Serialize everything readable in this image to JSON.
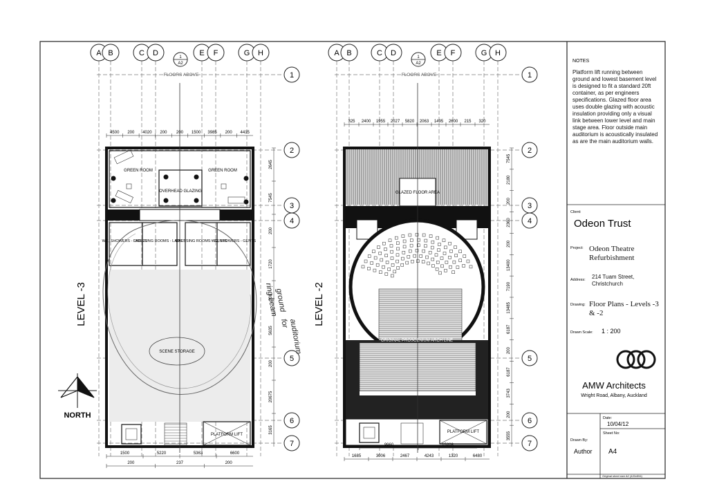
{
  "grid": {
    "columns": [
      "A",
      "B",
      "C",
      "D",
      "E",
      "F",
      "G",
      "H"
    ],
    "rows": [
      "1",
      "2",
      "3",
      "4",
      "5",
      "6",
      "7"
    ],
    "section_marker": {
      "top": "1",
      "bottom": "A2"
    }
  },
  "level3": {
    "title": "LEVEL -3",
    "floors_above": "FLOORS ABOVE",
    "top_dims": [
      "4500",
      "200",
      "4020",
      "200",
      "200",
      "1500",
      "3985",
      "200",
      "4415"
    ],
    "right_dims": [
      "2645",
      "7545",
      "200",
      "1720",
      "200",
      "5635",
      "200",
      "20675",
      "3165"
    ],
    "bottom_dims": [
      "1500",
      "5220",
      "5363",
      "6600",
      "200",
      "237",
      "200"
    ],
    "rooms": {
      "green_room_left": "GREEN ROOM",
      "green_room_right": "GREEN ROOM",
      "overhead_glazing": "OVERHEAD GLAZING",
      "wc_ladies": "WC, SHOWERS - LADIES",
      "dressing_ladies": "DRESSING ROOMS - LADIES",
      "dressing_gents": "DRESSING ROOMS - GENTS",
      "wc_gents": "WC, SHOWERS - GENTS",
      "scene_storage": "SCENE STORAGE",
      "platform_lift": "PLATFORM LIFT"
    },
    "handwritten_note": [
      "ground",
      "ring beam",
      "for",
      "auditorium"
    ]
  },
  "level2": {
    "title": "LEVEL -2",
    "floors_above": "FLOORS ABOVE",
    "top_dims": [
      "325",
      "2400",
      "1955",
      "2027",
      "5820",
      "2063",
      "1495",
      "2600",
      "215",
      "320"
    ],
    "right_dims": [
      "7545",
      "2180",
      "200",
      "2360",
      "200",
      "13400",
      "7190",
      "13485",
      "6187",
      "200",
      "6187",
      "3743",
      "200",
      "3555"
    ],
    "bottom_dims": [
      "1685",
      "3006",
      "2467",
      "4243",
      "1320",
      "6480",
      "9960",
      "15208"
    ],
    "rooms": {
      "glazed_floor_area": "GLAZED FLOOR AREA",
      "proscenium": "ORIGINAL PROSCENIUM ARCH LINE",
      "platform_lift": "PLATFORM LIFT"
    }
  },
  "north_label": "NORTH",
  "title_block": {
    "notes_heading": "NOTES",
    "notes_text": "Platform lift running between ground and lowest basement level is designed to fit a standard 20ft container, as per engineers specifications. Glazed floor area uses double glazing with acoustic insulation providing only a visual link between lower level and main stage area. Floor outside main auditorium is acoustically insulated as are the main auditorium walls.",
    "client_label": "Client:",
    "client": "Odeon Trust",
    "project_label": "Project:",
    "project": "Odeon Theatre Refurbishment",
    "address_label": "Address:",
    "address": "214 Tuam Street, Christchurch",
    "drawing_label": "Drawing:",
    "drawing": "Floor Plans - Levels -3 & -2",
    "scale_label": "Drawn Scale:",
    "scale": "1 : 200",
    "firm": "AMW Architects",
    "firm_address": "Wright Road, Albany, Auckland",
    "date_label": "Date:",
    "date": "10/04/12",
    "sheet_label": "Sheet No:",
    "sheet": "A4",
    "drawn_by_label": "Drawn By:",
    "drawn_by": "Author",
    "footer": "Original sheet size A2 (420x594)"
  }
}
